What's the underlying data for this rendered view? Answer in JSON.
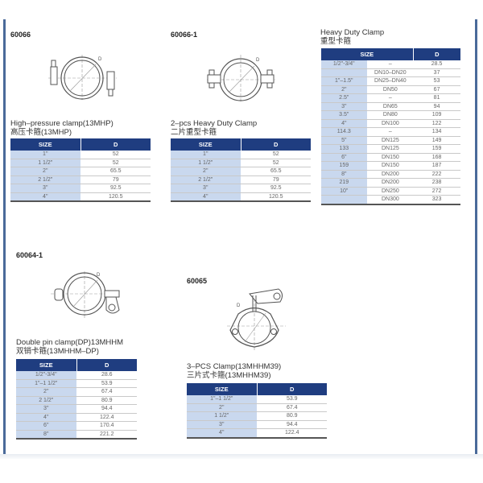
{
  "sections": [
    {
      "code": "60066",
      "title_en": "High–pressure clamp(13MHP)",
      "title_cn": "高压卡箍(13MHP)",
      "drawing_label": "D",
      "table": {
        "headers": [
          "SIZE",
          "D"
        ],
        "rows": [
          [
            "1\"",
            "52"
          ],
          [
            "1 1/2\"",
            "52"
          ],
          [
            "2\"",
            "65.5"
          ],
          [
            "2 1/2\"",
            "79"
          ],
          [
            "3\"",
            "92.5"
          ],
          [
            "4\"",
            "120.5"
          ]
        ]
      }
    },
    {
      "code": "60066-1",
      "title_en": "2–pcs Heavy Duty Clamp",
      "title_cn": "二片重型卡箍",
      "drawing_label": "D",
      "table": {
        "headers": [
          "SIZE",
          "D"
        ],
        "rows": [
          [
            "1\"",
            "52"
          ],
          [
            "1 1/2\"",
            "52"
          ],
          [
            "2\"",
            "65.5"
          ],
          [
            "2 1/2\"",
            "79"
          ],
          [
            "3\"",
            "92.5"
          ],
          [
            "4\"",
            "120.5"
          ]
        ]
      }
    },
    {
      "code": "",
      "title_en": "Heavy Duty Clamp",
      "title_cn": "重型卡箍",
      "table": {
        "headers": [
          "SIZE",
          "D"
        ],
        "rows": [
          [
            "1/2\"-3/4\"",
            "–",
            "28.5"
          ],
          [
            "",
            "DN10–DN20",
            "37"
          ],
          [
            "1\"–1.5\"",
            "DN25–DN40",
            "53"
          ],
          [
            "2\"",
            "DN50",
            "67"
          ],
          [
            "2.5\"",
            "–",
            "81"
          ],
          [
            "3\"",
            "DN65",
            "94"
          ],
          [
            "3.5\"",
            "DN80",
            "109"
          ],
          [
            "4\"",
            "DN100",
            "122"
          ],
          [
            "114.3",
            "–",
            "134"
          ],
          [
            "5\"",
            "DN125",
            "149"
          ],
          [
            "133",
            "DN125",
            "159"
          ],
          [
            "6\"",
            "DN150",
            "168"
          ],
          [
            "159",
            "DN150",
            "187"
          ],
          [
            "8\"",
            "DN200",
            "222"
          ],
          [
            "219",
            "DN200",
            "238"
          ],
          [
            "10\"",
            "DN250",
            "272"
          ],
          [
            "",
            "DN300",
            "323"
          ]
        ]
      }
    },
    {
      "code": "60064-1",
      "title_en": "Double pin clamp(DP)13MHHM",
      "title_cn": "双销卡箍(13MHHM–DP)",
      "drawing_label": "D",
      "table": {
        "headers": [
          "SIZE",
          "D"
        ],
        "rows": [
          [
            "1/2\"-3/4\"",
            "28.6"
          ],
          [
            "1\"–1 1/2\"",
            "53.9"
          ],
          [
            "2\"",
            "67.4"
          ],
          [
            "2 1/2\"",
            "80.9"
          ],
          [
            "3\"",
            "94.4"
          ],
          [
            "4\"",
            "122.4"
          ],
          [
            "6\"",
            "170.4"
          ],
          [
            "8\"",
            "221.2"
          ]
        ]
      }
    },
    {
      "code": "60065",
      "title_en": "3–PCS Clamp(13MHHM39)",
      "title_cn": "三片式卡箍(13MHHM39)",
      "drawing_label": "D",
      "table": {
        "headers": [
          "SIZE",
          "D"
        ],
        "rows": [
          [
            "1\"–1 1/2\"",
            "53.9"
          ],
          [
            "2\"",
            "67.4"
          ],
          [
            "1 1/2\"",
            "80.9"
          ],
          [
            "3\"",
            "94.4"
          ],
          [
            "4\"",
            "122.4"
          ]
        ]
      }
    }
  ],
  "colors": {
    "header_bg": "#1f3d80",
    "size_col_bg": "#c9d8ee",
    "border_accent": "#4a6a9a"
  }
}
